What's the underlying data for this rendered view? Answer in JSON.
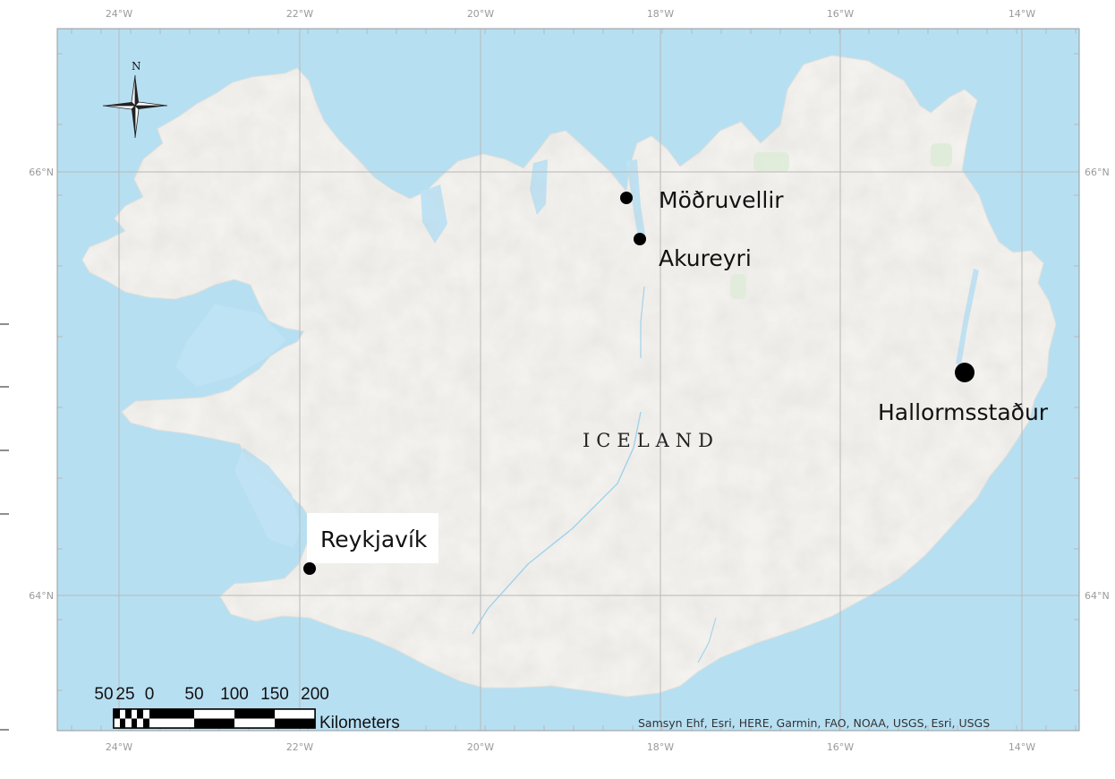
{
  "country_label": "ICELAND",
  "north_arrow": {
    "label": "N",
    "icon": "compass-rose-icon"
  },
  "graticule": {
    "longitude_labels": [
      "24°W",
      "22°W",
      "20°W",
      "18°W",
      "16°W",
      "14°W"
    ],
    "latitude_labels": [
      "66°N",
      "64°N"
    ]
  },
  "places": [
    {
      "name": "Möðruvellir",
      "size": "small"
    },
    {
      "name": "Akureyri",
      "size": "small"
    },
    {
      "name": "Hallormsstaður",
      "size": "large"
    },
    {
      "name": "Reykjavík",
      "size": "small"
    }
  ],
  "scale_bar": {
    "tick_labels": [
      "50",
      "25",
      "0",
      "50",
      "100",
      "150",
      "200"
    ],
    "unit": "Kilometers"
  },
  "attribution": "Samsyn Ehf, Esri, HERE, Garmin, FAO, NOAA, USGS, Esri, USGS",
  "colors": {
    "ocean": "#bfe3f5",
    "land": "#f4f2ee",
    "graticule": "#b8b8b8",
    "marker": "#000000"
  }
}
